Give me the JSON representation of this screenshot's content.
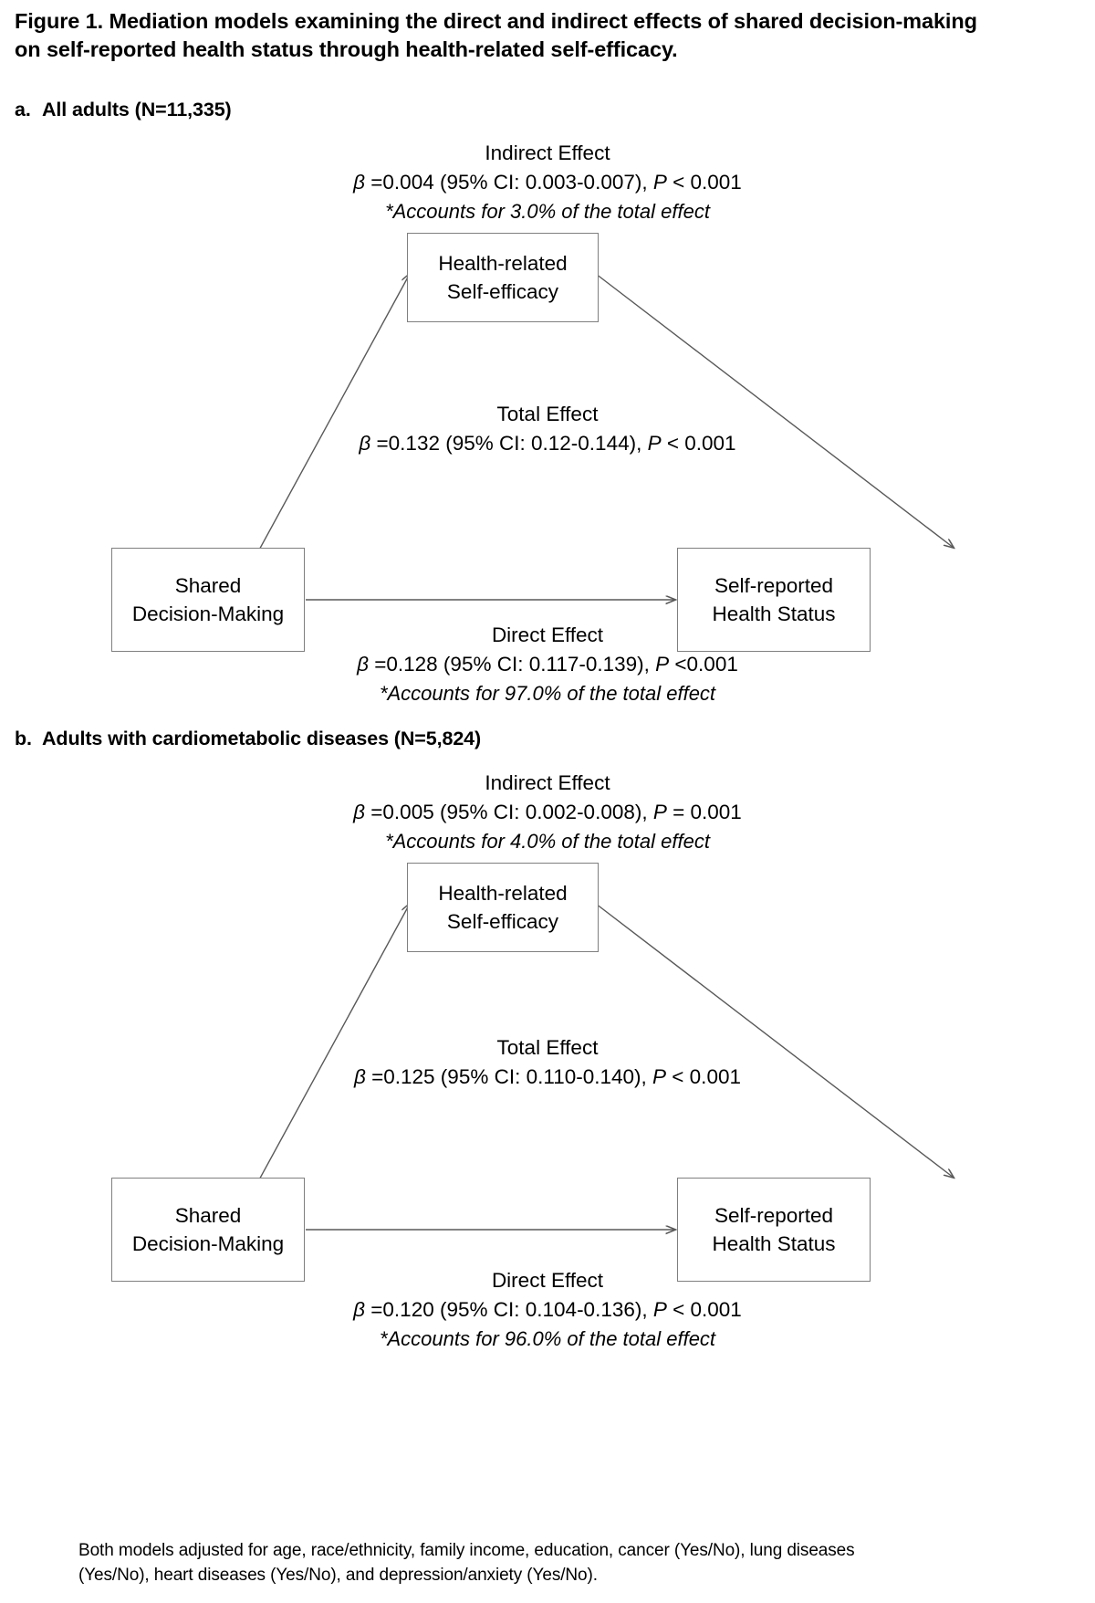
{
  "figure": {
    "title": "Figure 1. Mediation models examining the direct and indirect effects of shared decision-making on self-reported health status through health-related self-efficacy.",
    "footnote": "Both models adjusted for age, race/ethnicity, family income, education, cancer (Yes/No), lung diseases (Yes/No), heart diseases (Yes/No), and depression/anxiety (Yes/No)."
  },
  "chart_data": {
    "type": "diagram",
    "title": "Figure 1. Mediation models examining the direct and indirect effects of shared decision-making on self-reported health status through health-related self-efficacy.",
    "panels": [
      {
        "marker": "a.",
        "label": "All adults (N=11,335)",
        "nodes": {
          "predictor": "Shared\nDecision-Making",
          "mediator": "Health-related\nSelf-efficacy",
          "outcome": "Self-reported\nHealth Status"
        },
        "effects": {
          "indirect": {
            "heading": "Indirect Effect",
            "beta": 0.004,
            "ci": "0.003-0.007",
            "p": "P < 0.001",
            "percent": 3.0
          },
          "total": {
            "heading": "Total Effect",
            "beta": 0.132,
            "ci": "0.12-0.144",
            "p": "P < 0.001"
          },
          "direct": {
            "heading": "Direct Effect",
            "beta": 0.128,
            "ci": "0.117-0.139",
            "p": "P <0.001",
            "percent": 97.0
          }
        }
      },
      {
        "marker": "b.",
        "label": "Adults with cardiometabolic diseases (N=5,824)",
        "nodes": {
          "predictor": "Shared\nDecision-Making",
          "mediator": "Health-related\nSelf-efficacy",
          "outcome": "Self-reported\nHealth Status"
        },
        "effects": {
          "indirect": {
            "heading": "Indirect Effect",
            "beta": 0.005,
            "ci": "0.002-0.008",
            "p": "P = 0.001",
            "percent": 4.0
          },
          "total": {
            "heading": "Total Effect",
            "beta": 0.125,
            "ci": "0.110-0.140",
            "p": "P < 0.001"
          },
          "direct": {
            "heading": "Direct Effect",
            "beta": 0.12,
            "ci": "0.104-0.136",
            "p": "P < 0.001",
            "percent": 96.0
          }
        }
      }
    ]
  },
  "panel_a": {
    "marker": "a.",
    "label": "All adults (N=11,335)",
    "mediator_line1": "Health-related",
    "mediator_line2": "Self-efficacy",
    "predictor_line1": "Shared",
    "predictor_line2": "Decision-Making",
    "outcome_line1": "Self-reported",
    "outcome_line2": "Health Status",
    "indirect_heading": "Indirect Effect",
    "indirect_stat": " =0.004 (95% CI: 0.003-0.007), ",
    "indirect_p": "P",
    "indirect_p_rest": " < 0.001",
    "indirect_note": "*Accounts for 3.0% of the total effect",
    "total_heading": "Total Effect",
    "total_stat": " =0.132 (95% CI: 0.12-0.144), ",
    "total_p": "P",
    "total_p_rest": " < 0.001",
    "direct_heading": "Direct Effect",
    "direct_stat": " =0.128 (95% CI: 0.117-0.139), ",
    "direct_p": "P",
    "direct_p_rest": " <0.001",
    "direct_note": "*Accounts for 97.0% of the total effect",
    "beta_symbol": "β"
  },
  "panel_b": {
    "marker": "b.",
    "label": "Adults with cardiometabolic diseases (N=5,824)",
    "mediator_line1": "Health-related",
    "mediator_line2": "Self-efficacy",
    "predictor_line1": "Shared",
    "predictor_line2": "Decision-Making",
    "outcome_line1": "Self-reported",
    "outcome_line2": "Health Status",
    "indirect_heading": "Indirect Effect",
    "indirect_stat": " =0.005 (95% CI: 0.002-0.008), ",
    "indirect_p": "P",
    "indirect_p_rest": " = 0.001",
    "indirect_note": "*Accounts for 4.0% of the total effect",
    "total_heading": "Total Effect",
    "total_stat": " =0.125 (95% CI: 0.110-0.140), ",
    "total_p": "P",
    "total_p_rest": " < 0.001",
    "direct_heading": "Direct Effect",
    "direct_stat": " =0.120 (95% CI: 0.104-0.136), ",
    "direct_p": "P",
    "direct_p_rest": " < 0.001",
    "direct_note": "*Accounts for 96.0% of the total effect",
    "beta_symbol": "β"
  },
  "colors": {
    "text": "#000000",
    "box_border": "#7f7f7f",
    "arrow": "#595959",
    "background": "#ffffff"
  }
}
